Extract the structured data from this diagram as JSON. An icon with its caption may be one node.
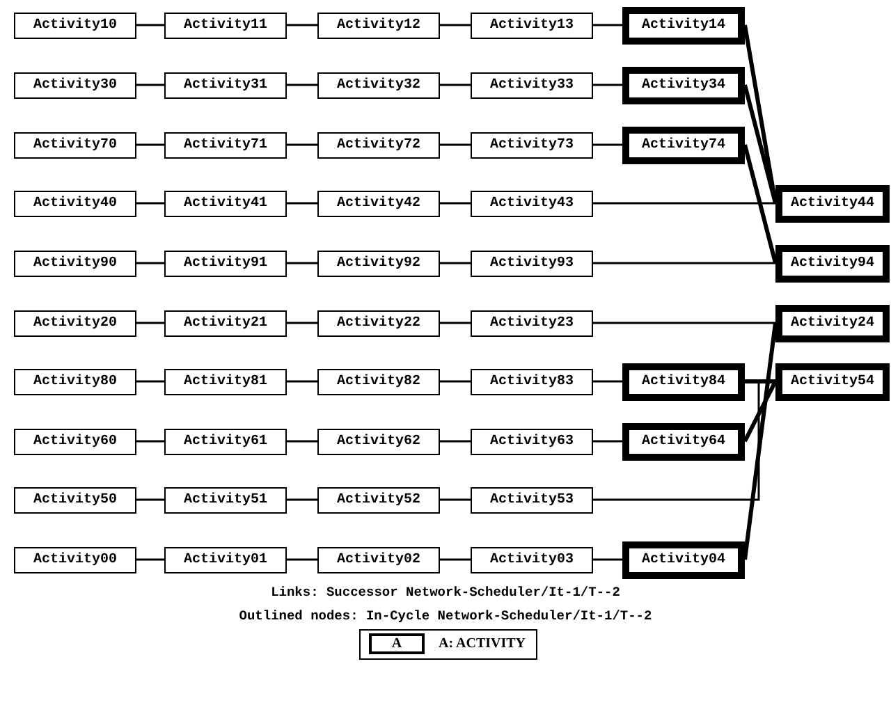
{
  "diagram": {
    "nodes": [
      {
        "text": [
          "Activity10"
        ]
      },
      {
        "text": [
          "Activity11"
        ]
      },
      {
        "text": [
          "Activity12"
        ]
      },
      {
        "text": [
          "Activity13"
        ]
      },
      {
        "text": [
          "Activity14"
        ]
      },
      {
        "text": [
          "Activity30"
        ]
      },
      {
        "text": [
          "Activity31"
        ]
      },
      {
        "text": [
          "Activity32"
        ]
      },
      {
        "text": [
          "Activity33"
        ]
      },
      {
        "text": [
          "Activity34"
        ]
      },
      {
        "text": [
          "Activity70"
        ]
      },
      {
        "text": [
          "Activity71"
        ]
      },
      {
        "text": [
          "Activity72"
        ]
      },
      {
        "text": [
          "Activity73"
        ]
      },
      {
        "text": [
          "Activity74"
        ]
      },
      {
        "text": [
          "Activity40"
        ]
      },
      {
        "text": [
          "Activity41"
        ]
      },
      {
        "text": [
          "Activity42"
        ]
      },
      {
        "text": [
          "Activity43"
        ]
      },
      {
        "text": [
          "Activity44"
        ]
      },
      {
        "text": [
          "Activity90"
        ]
      },
      {
        "text": [
          "Activity91"
        ]
      },
      {
        "text": [
          "Activity92"
        ]
      },
      {
        "text": [
          "Activity93"
        ]
      },
      {
        "text": [
          "Activity94"
        ]
      },
      {
        "text": [
          "Activity20"
        ]
      },
      {
        "text": [
          "Activity21"
        ]
      },
      {
        "text": [
          "Activity22"
        ]
      },
      {
        "text": [
          "Activity23"
        ]
      },
      {
        "text": [
          "Activity24"
        ]
      },
      {
        "text": [
          "Activity80"
        ]
      },
      {
        "text": [
          "Activity81"
        ]
      },
      {
        "text": [
          "Activity82"
        ]
      },
      {
        "text": [
          "Activity83"
        ]
      },
      {
        "text": [
          "Activity84"
        ]
      },
      {
        "text": [
          "Activity54"
        ]
      },
      {
        "text": [
          "Activity60"
        ]
      },
      {
        "text": [
          "Activity61"
        ]
      },
      {
        "text": [
          "Activity62"
        ]
      },
      {
        "text": [
          "Activity63"
        ]
      },
      {
        "text": [
          "Activity64"
        ]
      },
      {
        "text": [
          "Activity50"
        ]
      },
      {
        "text": [
          "Activity51"
        ]
      },
      {
        "text": [
          "Activity52"
        ]
      },
      {
        "text": [
          "Activity53"
        ]
      },
      {
        "text": [
          "Activity00"
        ]
      },
      {
        "text": [
          "Activity01"
        ]
      },
      {
        "text": [
          "Activity02"
        ]
      },
      {
        "text": [
          "Activity03"
        ]
      },
      {
        "text": [
          "Activity04"
        ]
      }
    ],
    "edges": [
      {
        "from": 0,
        "to": 1,
        "arrow": "none"
      },
      {
        "from": 1,
        "to": 2,
        "arrow": "none"
      },
      {
        "from": 2,
        "to": 3,
        "arrow": "none"
      },
      {
        "from": 3,
        "to": 4,
        "arrow": "none"
      },
      {
        "from": 5,
        "to": 6,
        "arrow": "none"
      },
      {
        "from": 6,
        "to": 7,
        "arrow": "none"
      },
      {
        "from": 7,
        "to": 8,
        "arrow": "none"
      },
      {
        "from": 8,
        "to": 9,
        "arrow": "none"
      },
      {
        "from": 10,
        "to": 11,
        "arrow": "none"
      },
      {
        "from": 11,
        "to": 12,
        "arrow": "none"
      },
      {
        "from": 12,
        "to": 13,
        "arrow": "none"
      },
      {
        "from": 13,
        "to": 14,
        "arrow": "none"
      },
      {
        "from": 15,
        "to": 16,
        "arrow": "none"
      },
      {
        "from": 16,
        "to": 17,
        "arrow": "none"
      },
      {
        "from": 17,
        "to": 18,
        "arrow": "none"
      },
      {
        "from": 18,
        "to": 19,
        "arrow": "none"
      },
      {
        "from": 20,
        "to": 21,
        "arrow": "none"
      },
      {
        "from": 21,
        "to": 22,
        "arrow": "none"
      },
      {
        "from": 22,
        "to": 23,
        "arrow": "none"
      },
      {
        "from": 23,
        "to": 24,
        "arrow": "none"
      },
      {
        "from": 25,
        "to": 26,
        "arrow": "none"
      },
      {
        "from": 26,
        "to": 27,
        "arrow": "none"
      },
      {
        "from": 27,
        "to": 28,
        "arrow": "none"
      },
      {
        "from": 28,
        "to": 29,
        "arrow": "none"
      },
      {
        "from": 30,
        "to": 31,
        "arrow": "none"
      },
      {
        "from": 31,
        "to": 32,
        "arrow": "none"
      },
      {
        "from": 32,
        "to": 33,
        "arrow": "none"
      },
      {
        "from": 33,
        "to": 34,
        "arrow": "none"
      },
      {
        "from": 36,
        "to": 37,
        "arrow": "none"
      },
      {
        "from": 37,
        "to": 38,
        "arrow": "none"
      },
      {
        "from": 38,
        "to": 39,
        "arrow": "none"
      },
      {
        "from": 39,
        "to": 40,
        "arrow": "none"
      },
      {
        "from": 41,
        "to": 42,
        "arrow": "none"
      },
      {
        "from": 42,
        "to": 43,
        "arrow": "none"
      },
      {
        "from": 43,
        "to": 44,
        "arrow": "none"
      },
      {
        "from": 44,
        "to": 35,
        "arrow": "none"
      },
      {
        "from": 45,
        "to": 46,
        "arrow": "none"
      },
      {
        "from": 46,
        "to": 47,
        "arrow": "none"
      },
      {
        "from": 47,
        "to": 48,
        "arrow": "none"
      },
      {
        "from": 48,
        "to": 49,
        "arrow": "none"
      },
      {
        "from": 4,
        "to": 19,
        "arrow": "none",
        "style": "thick"
      },
      {
        "from": 9,
        "to": 19,
        "arrow": "none",
        "style": "thick"
      },
      {
        "from": 14,
        "to": 24,
        "arrow": "none",
        "style": "thick"
      },
      {
        "from": 34,
        "to": 35,
        "arrow": "none",
        "style": "thick"
      },
      {
        "from": 40,
        "to": 35,
        "arrow": "none",
        "style": "thick"
      },
      {
        "from": 49,
        "to": 29,
        "arrow": "none",
        "style": "thick"
      }
    ],
    "labels": [
      "Links: Successor Network-Scheduler/It-1/T--2",
      "Outlined nodes: In-Cycle Network-Scheduler/It-1/T--2",
      "A"
    ],
    "legend": [
      {
        "text": "A: ACTIVITY"
      }
    ]
  }
}
